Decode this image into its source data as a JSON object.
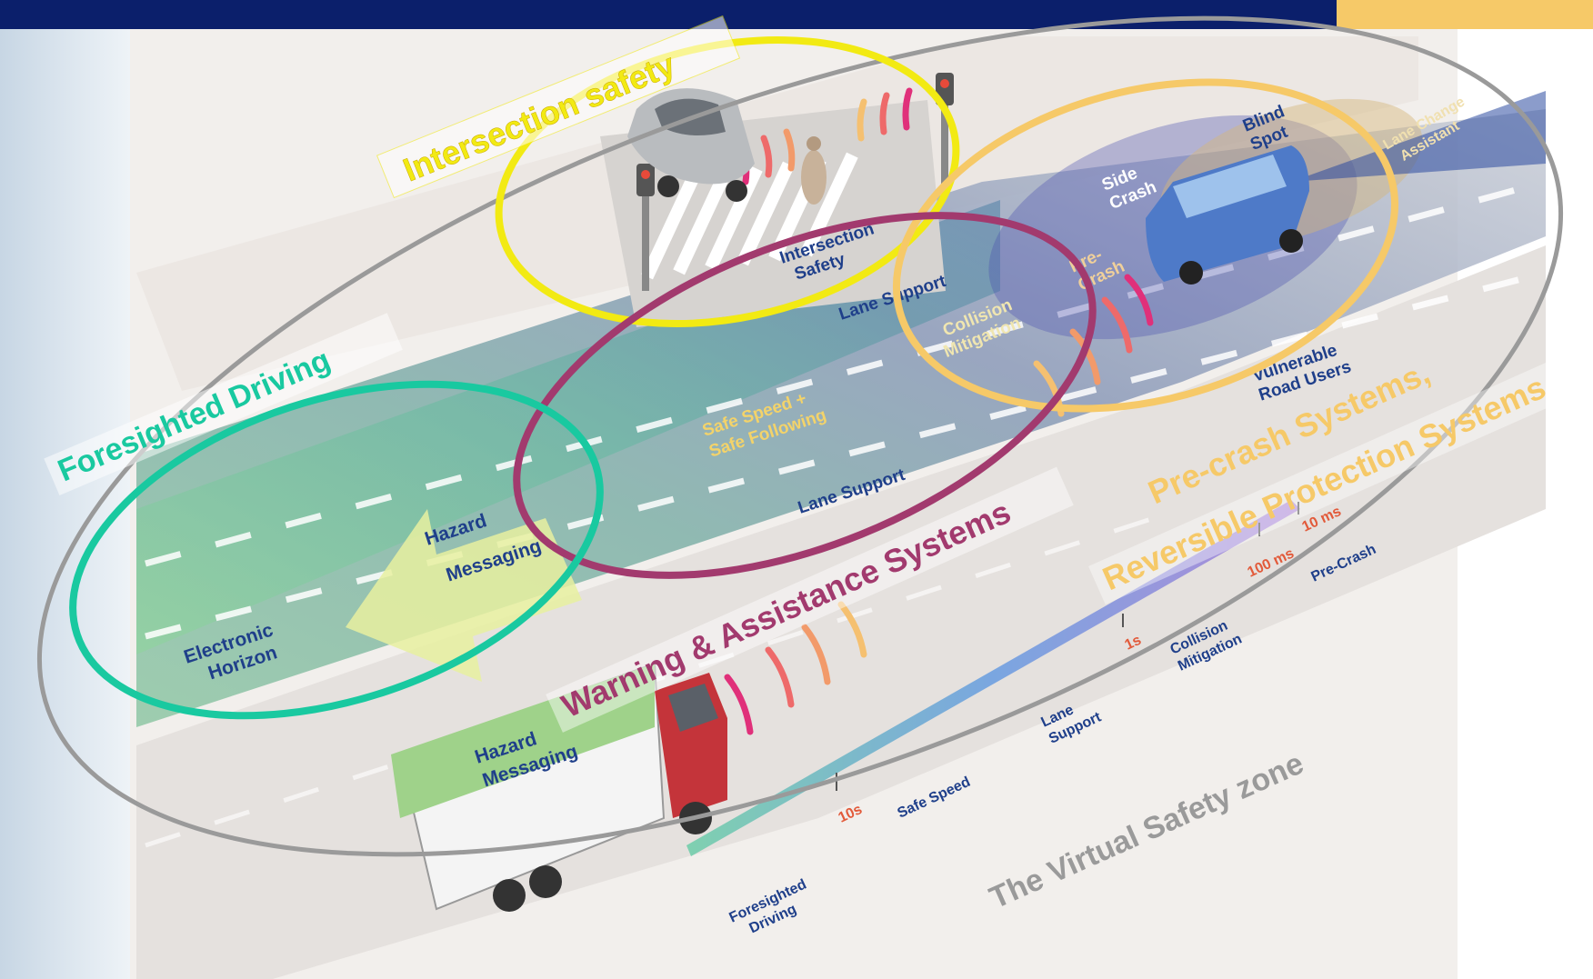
{
  "callouts": {
    "intersection": "Intersection safety",
    "foresighted": "Foresighted Driving",
    "warning": "Warning & Assistance Systems",
    "precrash_line1": "Pre-crash Systems,",
    "precrash_line2": "Reversible Protection Systems",
    "virtual_zone": "The Virtual Safety zone"
  },
  "road_labels": {
    "intersection_safety_1": "Intersection",
    "intersection_safety_2": "Safety",
    "lane_support_top": "Lane Support",
    "lane_support_bottom": "Lane Support",
    "collision_mitigation_1": "Collision",
    "collision_mitigation_2": "Mitigation",
    "pre_crash_1": "Pre-",
    "pre_crash_2": "Crash",
    "side_crash_1": "Side",
    "side_crash_2": "Crash",
    "blind_spot_1": "Blind",
    "blind_spot_2": "Spot",
    "lane_change_1": "Lane Change",
    "lane_change_2": "Assistant",
    "safe_speed_1": "Safe Speed +",
    "safe_speed_2": "Safe Following",
    "vulnerable_1": "Vulnerable",
    "vulnerable_2": "Road Users",
    "hazard_arrow_1": "Hazard",
    "hazard_arrow_2": "Messaging",
    "electronic_1": "Electronic",
    "electronic_2": "Horizon",
    "truck_1": "Hazard",
    "truck_2": "Messaging"
  },
  "timeline": {
    "t_10s": "10s",
    "t_1s": "1s",
    "t_100ms": "100 ms",
    "t_10ms": "10 ms",
    "foresighted_1": "Foresighted",
    "foresighted_2": "Driving",
    "safe_speed": "Safe Speed",
    "lane_support_1": "Lane",
    "lane_support_2": "Support",
    "collision_1": "Collision",
    "collision_2": "Mitigation",
    "pre_crash": "Pre-Crash"
  },
  "colors": {
    "header_bar": "#0b1f6b",
    "intersection_ring": "#f2ea13",
    "foresighted_ring": "#19c9a0",
    "warning_ring": "#a23a6e",
    "precrash_ring": "#f6c968",
    "zone_ring": "#9a9a9a",
    "road_label_blue": "#1f3f8a"
  }
}
